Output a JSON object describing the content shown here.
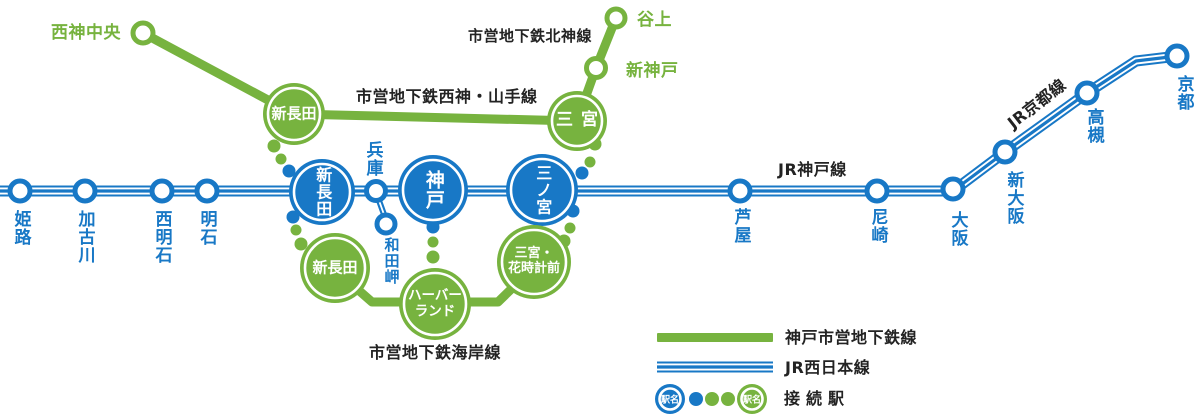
{
  "colors": {
    "subway_green": "#77b33f",
    "jr_blue": "#1878c6",
    "label_dark": "#232323"
  },
  "map": {
    "lines": {
      "seishin_yamate": "市営地下鉄西神・山手線",
      "hokushin": "市営地下鉄北神線",
      "kaigan": "市営地下鉄海岸線",
      "jr_kobe": "JR神戸線",
      "jr_kyoto": "JR京都線"
    },
    "jr_stations": {
      "himeji": "姫路",
      "kakogawa": "加古川",
      "nishi_akashi": "西明石",
      "akashi": "明石",
      "shin_nagata": "新長田",
      "hyogo": "兵庫",
      "wadamisaki": "和田岬",
      "kobe": "神戸",
      "sannomiya": "三ノ宮",
      "ashiya": "芦屋",
      "amagasaki": "尼崎",
      "osaka": "大阪",
      "shin_osaka": "新大阪",
      "takatsuki": "高槻",
      "kyoto": "京都"
    },
    "subway_stations": {
      "seishin_chuo": "西神中央",
      "shin_nagata": "新長田",
      "sannomiya": "三宮",
      "shin_kobe": "新神戸",
      "tanigami": "谷上",
      "shin_nagata_kaigan": "新長田",
      "harborland_line1": "ハーバー",
      "harborland_line2": "ランド",
      "hanadokei_line1": "三宮・",
      "hanadokei_line2": "花時計前"
    },
    "legend": {
      "subway_line_label": "神戸市営地下鉄線",
      "jr_line_label": "JR西日本線",
      "connection_label": "接続駅",
      "station_name_placeholder": "駅名"
    }
  }
}
